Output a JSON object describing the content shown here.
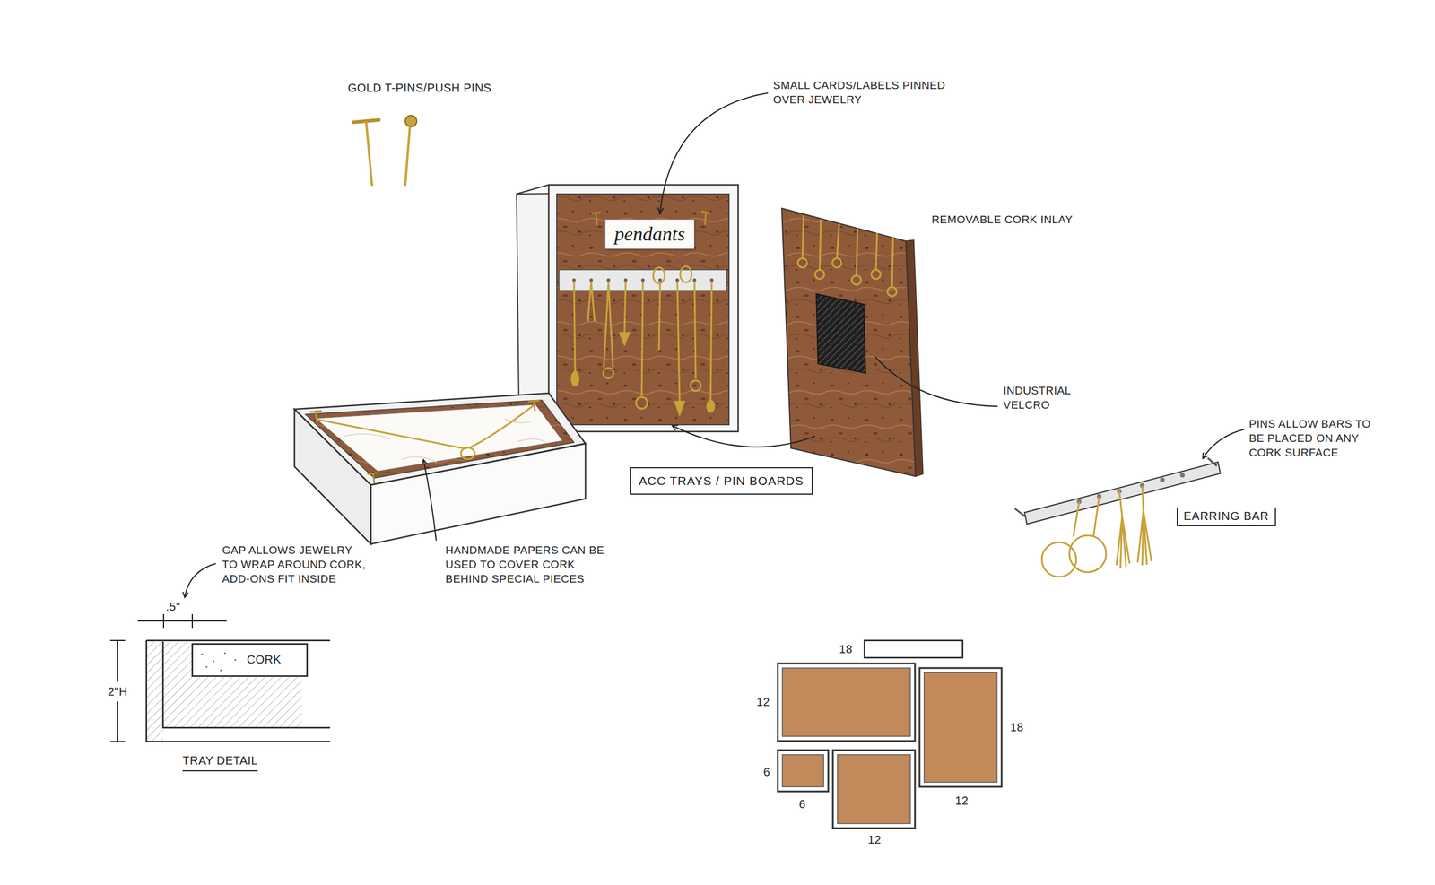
{
  "diagram": {
    "nodes": [
      {
        "text": [
          "pendants"
        ]
      },
      {
        "text": [
          "ACC TRAYS / PIN BOARDS"
        ]
      },
      {
        "text": [
          "EARRING BAR"
        ]
      }
    ],
    "labels": [
      "GOLD T-PINS/PUSH PINS",
      "SMALL CARDS/LABELS PINNED OVER JEWELRY",
      "REMOVABLE CORK INLAY",
      "INDUSTRIAL VELCRO",
      "PINS ALLOW BARS TO BE PLACED ON ANY CORK SURFACE",
      "GAP ALLOWS JEWELRY TO WRAP AROUND CORK, ADD-ONS FIT INSIDE",
      "HANDMADE PAPERS CAN BE USED TO COVER CORK BEHIND SPECIAL PIECES",
      ".5\"",
      "2\"H",
      "CORK",
      "TRAY DETAIL",
      "18",
      "12",
      "18",
      "6",
      "6",
      "12",
      "12"
    ]
  }
}
